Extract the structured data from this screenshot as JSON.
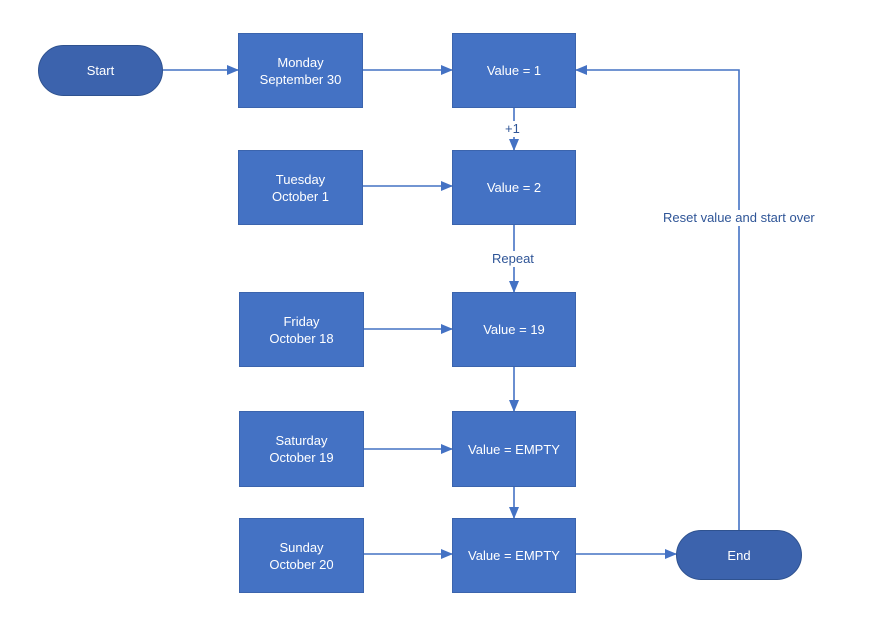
{
  "nodes": {
    "start": {
      "label": "Start"
    },
    "end": {
      "label": "End"
    },
    "dates": [
      {
        "day": "Monday",
        "date": "September 30"
      },
      {
        "day": "Tuesday",
        "date": "October 1"
      },
      {
        "day": "Friday",
        "date": "October 18"
      },
      {
        "day": "Saturday",
        "date": "October 19"
      },
      {
        "day": "Sunday",
        "date": "October 20"
      }
    ],
    "values": [
      {
        "label": "Value = 1"
      },
      {
        "label": "Value = 2"
      },
      {
        "label": "Value = 19"
      },
      {
        "label": "Value = EMPTY"
      },
      {
        "label": "Value = EMPTY"
      }
    ]
  },
  "edge_labels": {
    "plus_one": "+1",
    "repeat": "Repeat",
    "reset": "Reset value and start over"
  },
  "colors": {
    "box_fill": "#4472c4",
    "terminal_fill": "#3c63ad",
    "connector": "#4472c4",
    "label_text": "#2f5597"
  }
}
